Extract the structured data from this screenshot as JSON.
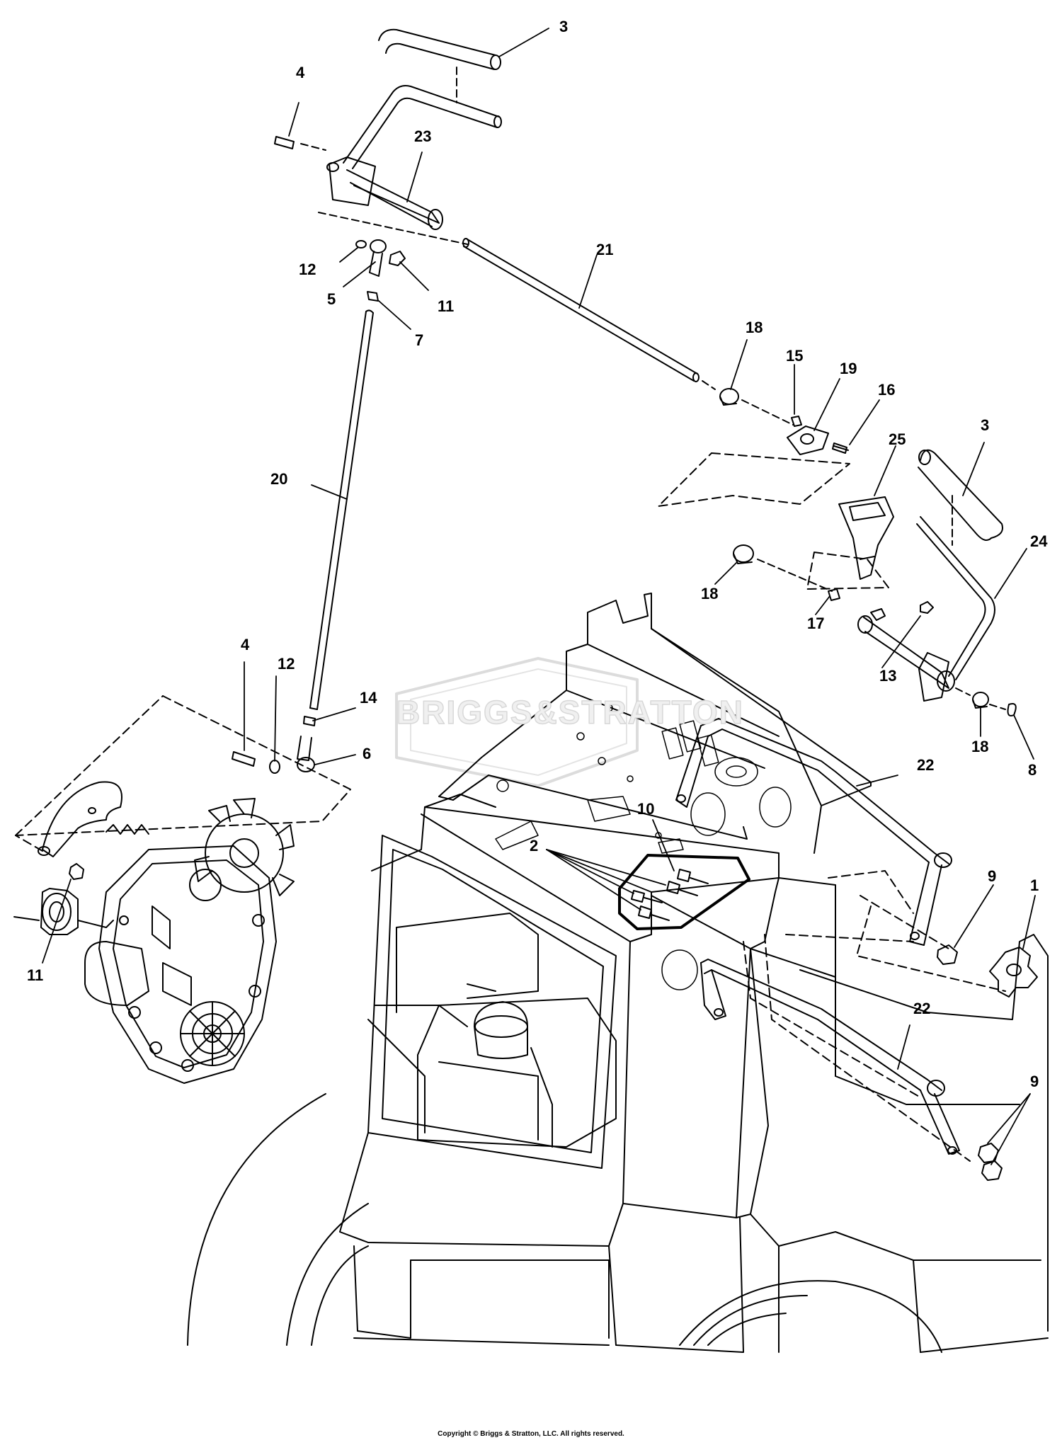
{
  "callouts": [
    {
      "id": "c3a",
      "text": "3"
    },
    {
      "id": "c4a",
      "text": "4"
    },
    {
      "id": "c23",
      "text": "23"
    },
    {
      "id": "c21",
      "text": "21"
    },
    {
      "id": "c12a",
      "text": "12"
    },
    {
      "id": "c5",
      "text": "5"
    },
    {
      "id": "c11a",
      "text": "11"
    },
    {
      "id": "c7",
      "text": "7"
    },
    {
      "id": "c18a",
      "text": "18"
    },
    {
      "id": "c15",
      "text": "15"
    },
    {
      "id": "c19",
      "text": "19"
    },
    {
      "id": "c16",
      "text": "16"
    },
    {
      "id": "c3b",
      "text": "3"
    },
    {
      "id": "c25",
      "text": "25"
    },
    {
      "id": "c20",
      "text": "20"
    },
    {
      "id": "c24",
      "text": "24"
    },
    {
      "id": "c18b",
      "text": "18"
    },
    {
      "id": "c17",
      "text": "17"
    },
    {
      "id": "c13",
      "text": "13"
    },
    {
      "id": "c4b",
      "text": "4"
    },
    {
      "id": "c12b",
      "text": "12"
    },
    {
      "id": "c14",
      "text": "14"
    },
    {
      "id": "c6",
      "text": "6"
    },
    {
      "id": "c18c",
      "text": "18"
    },
    {
      "id": "c8",
      "text": "8"
    },
    {
      "id": "c22a",
      "text": "22"
    },
    {
      "id": "c10",
      "text": "10"
    },
    {
      "id": "c2",
      "text": "2"
    },
    {
      "id": "c9a",
      "text": "9"
    },
    {
      "id": "c1",
      "text": "1"
    },
    {
      "id": "c11b",
      "text": "11"
    },
    {
      "id": "c22b",
      "text": "22"
    },
    {
      "id": "c9b",
      "text": "9"
    }
  ],
  "watermark": "BRIGGS&STRATTON",
  "copyright": "Copyright © Briggs & Stratton, LLC. All rights reserved.",
  "colors": {
    "line": "#000000",
    "watermark": "#d8d8d8",
    "background": "#ffffff"
  }
}
